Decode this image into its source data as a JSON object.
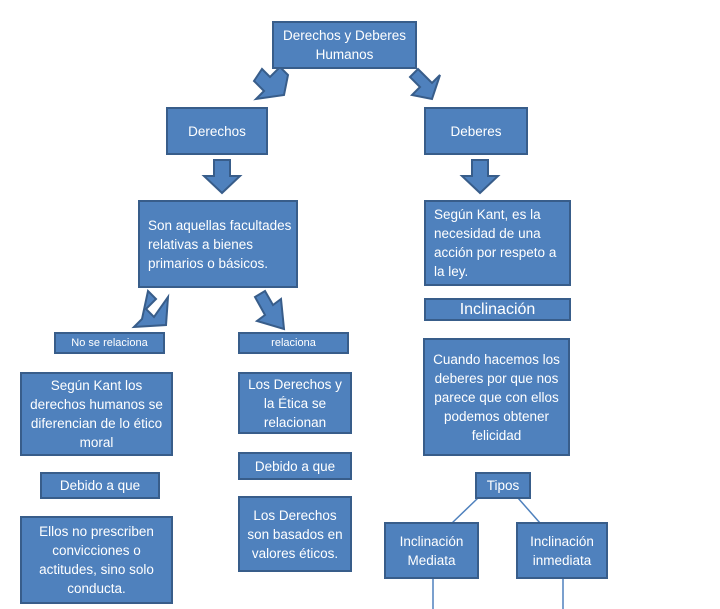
{
  "nodes": {
    "root": "Derechos y Deberes Humanos",
    "derechos": "Derechos",
    "deberes": "Deberes",
    "derechos_def": "Son aquellas facultades relativas a bienes primarios o básicos.",
    "deberes_def": "Según Kant, es la necesidad de una acción por respeto a la ley.",
    "no_se_relaciona": "No se relaciona",
    "relaciona": "relaciona",
    "kant_derechos": "Según Kant los derechos humanos se diferencian de lo ético moral",
    "debido_a_que_1": "Debido a que",
    "no_prescriben": "Ellos no prescriben convicciones o actitudes, sino solo conducta.",
    "derechos_etica": "Los Derechos y la Ética se relacionan",
    "debido_a_que_2": "Debido a que",
    "valores_eticos": "Los Derechos son basados en valores éticos.",
    "inclinacion": "Inclinación",
    "felicidad": "Cuando hacemos los deberes por que nos parece que con ellos podemos obtener felicidad",
    "tipos": "Tipos",
    "mediata": "Inclinación Mediata",
    "inmediata": "Inclinación inmediata"
  },
  "colors": {
    "box_fill": "#4f81bd",
    "box_border": "#385d8a",
    "text": "#ffffff"
  }
}
